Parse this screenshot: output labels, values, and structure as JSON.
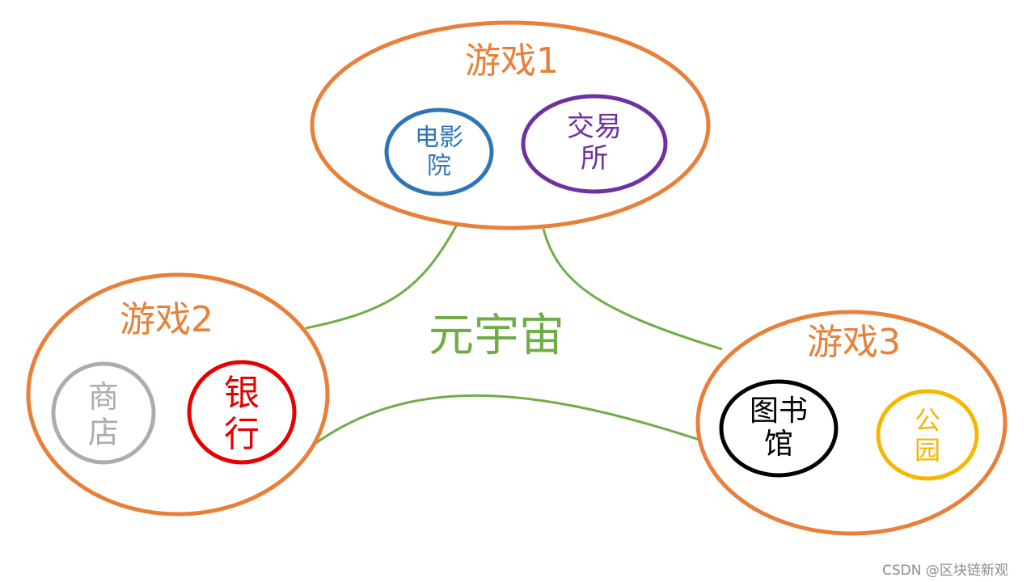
{
  "colors": {
    "game_outline": "#E8803A",
    "link_line": "#70AD47",
    "cinema": "#2E75B6",
    "exchange": "#7030A0",
    "shop": "#AFABAB",
    "bank": "#E80000",
    "library": "#000000",
    "park": "#F5B800"
  },
  "center_label": "元宇宙",
  "games": [
    {
      "title": "游戏1",
      "places": [
        {
          "lines": [
            "电影",
            "院"
          ],
          "icon": "circle"
        },
        {
          "lines": [
            "交易",
            "所"
          ],
          "icon": "circle"
        }
      ]
    },
    {
      "title": "游戏2",
      "places": [
        {
          "lines": [
            "商",
            "店"
          ],
          "icon": "circle"
        },
        {
          "lines": [
            "银",
            "行"
          ],
          "icon": "circle"
        }
      ]
    },
    {
      "title": "游戏3",
      "places": [
        {
          "lines": [
            "图书",
            "馆"
          ],
          "icon": "circle"
        },
        {
          "lines": [
            "公",
            "园"
          ],
          "icon": "circle"
        }
      ]
    }
  ],
  "watermark": "CSDN @区块链新观"
}
